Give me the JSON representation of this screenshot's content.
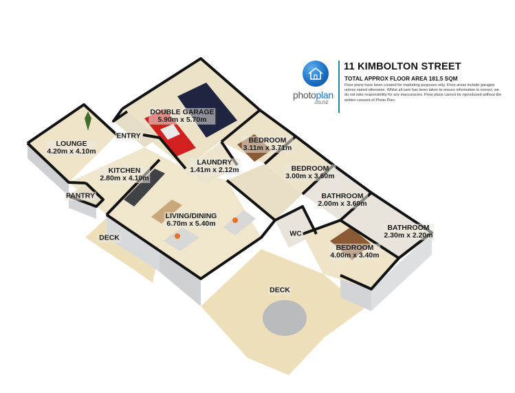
{
  "header": {
    "logo": {
      "icon": "house-icon",
      "brand_primary": "photo",
      "brand_accent": "plan",
      "brand_suffix": ".co.nz"
    },
    "title": "11 KIMBOLTON STREET",
    "subtitle": "TOTAL APPROX FLOOR AREA 181.5 SQM",
    "disclaimer": "Floor plans have been created for marketing purposes only. Floor areas include garages unless stated otherwise. Whilst all care has been taken to ensure information is correct, we do not take responsibility for any inaccuracies. Floor plans cannot be reproduced without the written consent of Photo Plan."
  },
  "rooms": [
    {
      "id": "lounge",
      "name": "LOUNGE",
      "size": "4.20m x 4.10m"
    },
    {
      "id": "entry",
      "name": "ENTRY",
      "size": ""
    },
    {
      "id": "double-garage",
      "name": "DOUBLE GARAGE",
      "size": "5.90m x 5.70m"
    },
    {
      "id": "kitchen",
      "name": "KITCHEN",
      "size": "2.80m x 4.10m"
    },
    {
      "id": "laundry",
      "name": "LAUNDRY",
      "size": "1.41m x 2.12m"
    },
    {
      "id": "bedroom-1",
      "name": "BEDROOM",
      "size": "3.11m x 3.71m"
    },
    {
      "id": "bedroom-2",
      "name": "BEDROOM",
      "size": "3.00m x 3.60m"
    },
    {
      "id": "pantry",
      "name": "PANTRY",
      "size": ""
    },
    {
      "id": "bathroom-1",
      "name": "BATHROOM",
      "size": "2.00m x 3.60m"
    },
    {
      "id": "living-dining",
      "name": "LIVING/DINING",
      "size": "6.70m x 5.40m"
    },
    {
      "id": "bathroom-2",
      "name": "BATHROOM",
      "size": "2.30m x 2.20m"
    },
    {
      "id": "wc",
      "name": "WC",
      "size": ""
    },
    {
      "id": "deck-1",
      "name": "DECK",
      "size": ""
    },
    {
      "id": "bedroom-3",
      "name": "BEDROOM",
      "size": "4.00m x 3.40m"
    },
    {
      "id": "deck-2",
      "name": "DECK",
      "size": ""
    }
  ],
  "colors": {
    "wall": "#111111",
    "wall_face": "#d9dadb",
    "floor": "#f0e6cc",
    "deck": "#efdfb8",
    "car_red": "#d21f1f",
    "car_navy": "#1f2540",
    "accent_teal": "#1d8a93",
    "logo_blue": "#1c6fc4"
  }
}
